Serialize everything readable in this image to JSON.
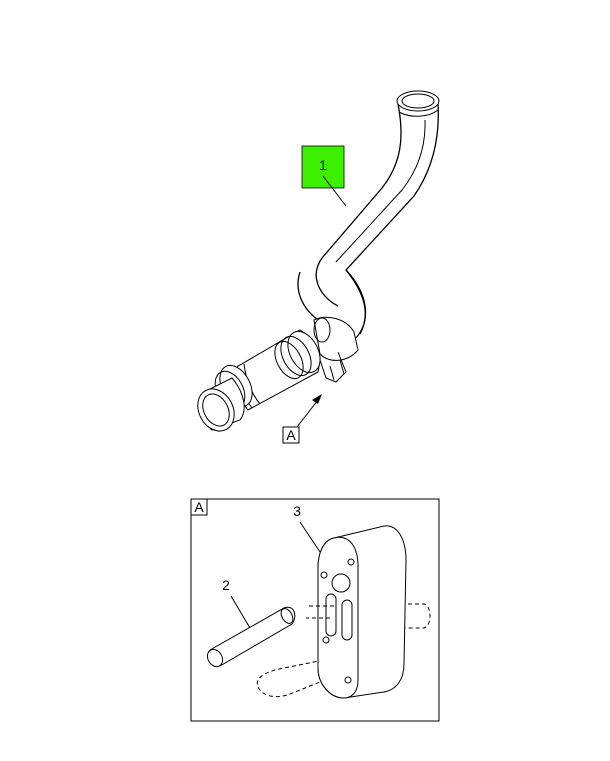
{
  "callouts": {
    "part1": "1",
    "part2": "2",
    "part3": "3",
    "view_ref": "A",
    "detail_label": "A"
  },
  "colors": {
    "highlight": "#3cf000",
    "line": "#000000",
    "background": "#ffffff"
  }
}
